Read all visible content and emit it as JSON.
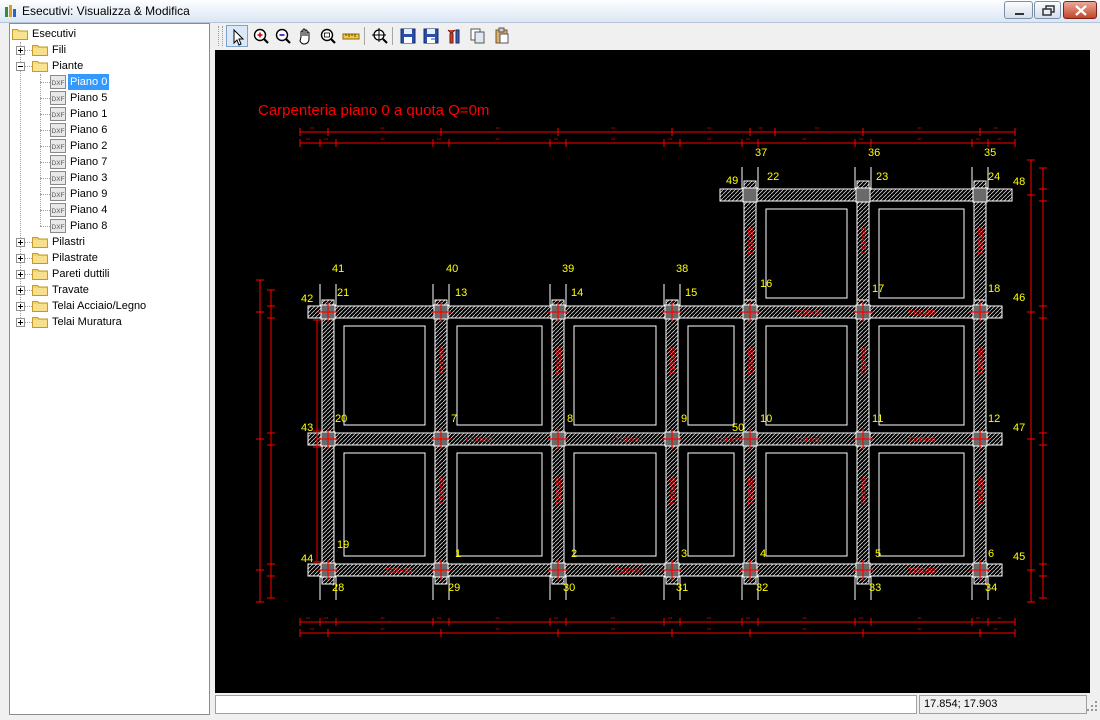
{
  "window": {
    "title": "Esecutivi: Visualizza & Modifica"
  },
  "tree": {
    "root": "Esecutivi",
    "items": [
      {
        "label": "Fili",
        "expanded": false
      },
      {
        "label": "Piante",
        "expanded": true,
        "children": [
          "Piano 0",
          "Piano 5",
          "Piano 1",
          "Piano 6",
          "Piano 2",
          "Piano 7",
          "Piano 3",
          "Piano 9",
          "Piano 4",
          "Piano 8"
        ]
      },
      {
        "label": "Pilastri",
        "expanded": false
      },
      {
        "label": "Pilastrate",
        "expanded": false
      },
      {
        "label": "Pareti duttili",
        "expanded": false
      },
      {
        "label": "Travate",
        "expanded": false
      },
      {
        "label": "Telai Acciaio/Legno",
        "expanded": false
      },
      {
        "label": "Telai Muratura",
        "expanded": false
      }
    ],
    "selected": "Piano 0",
    "file_icon_text": "DXF"
  },
  "toolbar": {
    "tools": [
      "select-arrow-icon",
      "zoom-in-icon",
      "zoom-out-icon",
      "pan-hand-icon",
      "zoom-window-icon",
      "measure-ruler-icon",
      "zoom-extents-icon",
      "save-icon",
      "save-as-icon",
      "settings-tools-icon",
      "copy-icon",
      "paste-icon"
    ],
    "active": "select-arrow-icon"
  },
  "drawing": {
    "title": "Carpenteria piano 0 a quota Q=0m",
    "colors": {
      "background": "#000000",
      "structure": "#ffffff",
      "annotation": "#ff0000",
      "labels": "#ffff00"
    },
    "beam_label": "T100x50",
    "column_labels": {
      "top_row": [
        "41",
        "40",
        "39",
        "38"
      ],
      "upper_right": [
        "37",
        "36",
        "35"
      ],
      "upper_beam": [
        "49",
        "22",
        "23",
        "24",
        "48"
      ],
      "row_a": [
        "42",
        "21",
        "13",
        "14",
        "15",
        "16",
        "17",
        "18",
        "46"
      ],
      "row_b": [
        "43",
        "20",
        "7",
        "8",
        "9",
        "50",
        "10",
        "11",
        "12",
        "47"
      ],
      "row_c": [
        "44",
        "19",
        "1",
        "2",
        "3",
        "4",
        "5",
        "6",
        "45"
      ],
      "bottom_row": [
        "28",
        "29",
        "30",
        "31",
        "32",
        "33",
        "34"
      ]
    }
  },
  "status": {
    "coordinates": "17.854; 17.903"
  }
}
